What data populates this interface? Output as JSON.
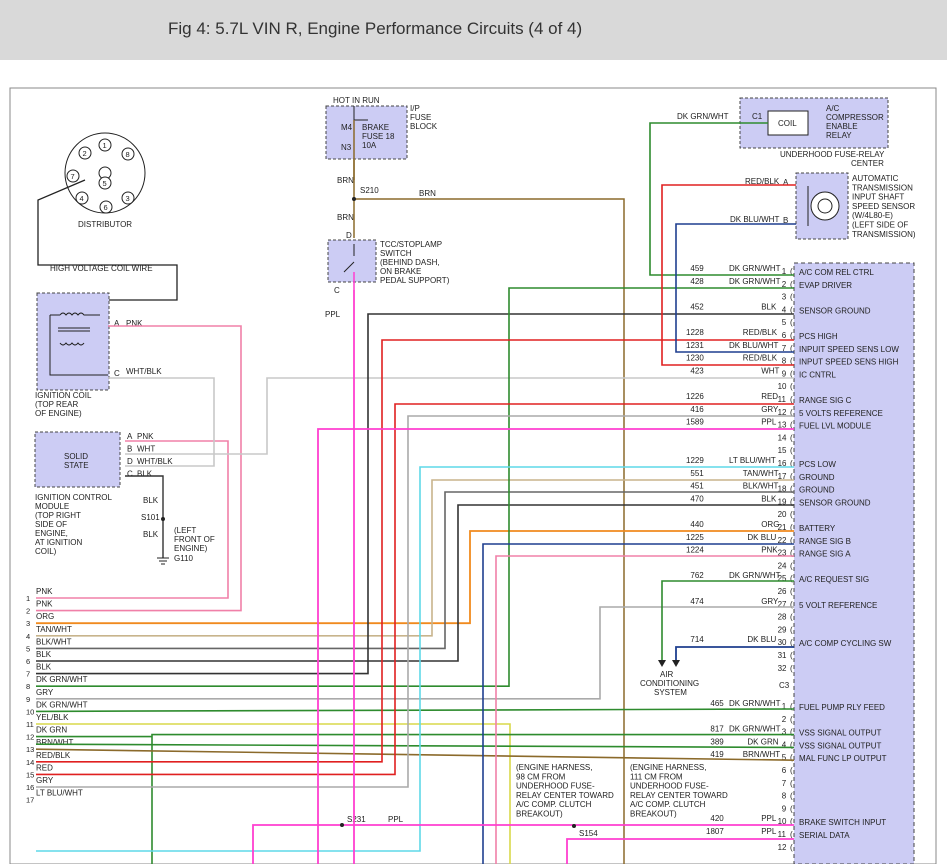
{
  "header": {
    "title": "Fig 4: 5.7L VIN R, Engine Performance Circuits (4 of 4)"
  },
  "colors": {
    "pnk": "#f080a8",
    "org": "#f08a1e",
    "tan": "#c8b48c",
    "blk": "#333333",
    "dkgrn": "#2e8b2e",
    "gry": "#aaaaaa",
    "yel": "#d8d84a",
    "red": "#e02020",
    "ltblu": "#5fd8e8",
    "brn": "#8b6a2b",
    "dkblu": "#1f3f8f",
    "ppl": "#ff3fd0",
    "wht": "#c8c8c8",
    "module": "#ccccf4"
  },
  "distributor": {
    "label": "DISTRIBUTOR",
    "pins": [
      "1",
      "2",
      "3",
      "4",
      "5",
      "6",
      "7",
      "8"
    ],
    "coil_wire_label": "HIGH VOLTAGE COIL WIRE"
  },
  "ignition_coil": {
    "label": [
      "IGNITION COIL",
      "(TOP REAR",
      "OF ENGINE)"
    ],
    "pin_a": "A",
    "pin_a_wire": "PNK",
    "pin_c": "C",
    "pin_c_wire": "WHT/BLK"
  },
  "icm": {
    "title": [
      "SOLID",
      "STATE"
    ],
    "label": [
      "IGNITION CONTROL",
      "MODULE",
      "(TOP RIGHT",
      "SIDE OF",
      "ENGINE,",
      "AT IGNITION",
      "COIL)"
    ],
    "pins": [
      {
        "pin": "A",
        "wire": "PNK"
      },
      {
        "pin": "B",
        "wire": "WHT"
      },
      {
        "pin": "D",
        "wire": "WHT/BLK"
      },
      {
        "pin": "C",
        "wire": "BLK"
      }
    ],
    "blk1": "BLK",
    "splice": "S101",
    "blk2": "BLK",
    "ground_note": [
      "(LEFT",
      "FRONT OF",
      "ENGINE)"
    ],
    "ground": "G110"
  },
  "fuse": {
    "hot": "HOT IN RUN",
    "m4": "M4",
    "n3": "N3",
    "name": [
      "BRAKE",
      "FUSE 18",
      "10A"
    ],
    "block": [
      "I/P",
      "FUSE",
      "BLOCK"
    ]
  },
  "brn_top": "BRN",
  "s210": "S210",
  "brn_right": "BRN",
  "brn_mid": "BRN",
  "tcc": {
    "d": "D",
    "c": "C",
    "label": [
      "TCC/STOPLAMP",
      "SWITCH",
      "(BEHIND DASH,",
      "ON BRAKE",
      "PEDAL SUPPORT)"
    ],
    "ppl": "PPL"
  },
  "relay": {
    "c1": "C1",
    "coil": "COIL",
    "name": [
      "A/C",
      "COMPRESSOR",
      "ENABLE",
      "RELAY"
    ],
    "underhood": [
      "UNDERHOOD FUSE-RELAY",
      "CENTER"
    ],
    "wire": "DK GRN/WHT"
  },
  "sensor": {
    "name": [
      "AUTOMATIC",
      "TRANSMISSION",
      "INPUT SHAFT",
      "SPEED SENSOR",
      "(W/4L80-E)",
      "(LEFT SIDE OF",
      "TRANSMISSION)"
    ],
    "pin_a": "A",
    "wire_a": "RED/BLK",
    "pin_b": "B",
    "wire_b": "DK BLU/WHT"
  },
  "left_wires": [
    {
      "n": "1",
      "label": "PNK"
    },
    {
      "n": "2",
      "label": "PNK"
    },
    {
      "n": "3",
      "label": "ORG"
    },
    {
      "n": "4",
      "label": "TAN/WHT"
    },
    {
      "n": "5",
      "label": "BLK/WHT"
    },
    {
      "n": "6",
      "label": "BLK"
    },
    {
      "n": "7",
      "label": "BLK"
    },
    {
      "n": "8",
      "label": "DK GRN/WHT"
    },
    {
      "n": "9",
      "label": "GRY"
    },
    {
      "n": "10",
      "label": "DK GRN/WHT"
    },
    {
      "n": "11",
      "label": "YEL/BLK"
    },
    {
      "n": "12",
      "label": "DK GRN"
    },
    {
      "n": "13",
      "label": "BRN/WHT"
    },
    {
      "n": "14",
      "label": "RED/BLK"
    },
    {
      "n": "15",
      "label": "RED"
    },
    {
      "n": "16",
      "label": "GRY"
    },
    {
      "n": "17",
      "label": "LT BLU/WHT"
    }
  ],
  "pcm_rows": [
    {
      "pin": "1",
      "circ": "459",
      "wire": "DK GRN/WHT",
      "func": "A/C COM REL CTRL"
    },
    {
      "pin": "2",
      "circ": "428",
      "wire": "DK GRN/WHT",
      "func": "EVAP DRIVER"
    },
    {
      "pin": "3",
      "circ": "",
      "wire": "",
      "func": ""
    },
    {
      "pin": "4",
      "circ": "452",
      "wire": "BLK",
      "func": "SENSOR GROUND"
    },
    {
      "pin": "5",
      "circ": "",
      "wire": "",
      "func": ""
    },
    {
      "pin": "6",
      "circ": "1228",
      "wire": "RED/BLK",
      "func": "PCS HIGH"
    },
    {
      "pin": "7",
      "circ": "1231",
      "wire": "DK BLU/WHT",
      "func": "INPUIT SPEED SENS LOW"
    },
    {
      "pin": "8",
      "circ": "1230",
      "wire": "RED/BLK",
      "func": "INPUT SPEED SENS HIGH"
    },
    {
      "pin": "9",
      "circ": "423",
      "wire": "WHT",
      "func": "IC CNTRL"
    },
    {
      "pin": "10",
      "circ": "",
      "wire": "",
      "func": ""
    },
    {
      "pin": "11",
      "circ": "1226",
      "wire": "RED",
      "func": "RANGE SIG C"
    },
    {
      "pin": "12",
      "circ": "416",
      "wire": "GRY",
      "func": "5 VOLTS REFERENCE"
    },
    {
      "pin": "13",
      "circ": "1589",
      "wire": "PPL",
      "func": "FUEL LVL MODULE"
    },
    {
      "pin": "14",
      "circ": "",
      "wire": "",
      "func": ""
    },
    {
      "pin": "15",
      "circ": "",
      "wire": "",
      "func": ""
    },
    {
      "pin": "16",
      "circ": "1229",
      "wire": "LT BLU/WHT",
      "func": "PCS LOW"
    },
    {
      "pin": "17",
      "circ": "551",
      "wire": "TAN/WHT",
      "func": "GROUND"
    },
    {
      "pin": "18",
      "circ": "451",
      "wire": "BLK/WHT",
      "func": "GROUND"
    },
    {
      "pin": "19",
      "circ": "470",
      "wire": "BLK",
      "func": "SENSOR GROUND"
    },
    {
      "pin": "20",
      "circ": "",
      "wire": "",
      "func": ""
    },
    {
      "pin": "21",
      "circ": "440",
      "wire": "ORG",
      "func": "BATTERY"
    },
    {
      "pin": "22",
      "circ": "1225",
      "wire": "DK BLU",
      "func": "RANGE SIG B"
    },
    {
      "pin": "23",
      "circ": "1224",
      "wire": "PNK",
      "func": "RANGE SIG A"
    },
    {
      "pin": "24",
      "circ": "",
      "wire": "",
      "func": ""
    },
    {
      "pin": "25",
      "circ": "762",
      "wire": "DK GRN/WHT",
      "func": "A/C REQUEST SIG"
    },
    {
      "pin": "26",
      "circ": "",
      "wire": "",
      "func": ""
    },
    {
      "pin": "27",
      "circ": "474",
      "wire": "GRY",
      "func": "5 VOLT REFERENCE"
    },
    {
      "pin": "28",
      "circ": "",
      "wire": "",
      "func": ""
    },
    {
      "pin": "29",
      "circ": "",
      "wire": "",
      "func": ""
    },
    {
      "pin": "30",
      "circ": "714",
      "wire": "DK BLU",
      "func": "A/C COMP CYCLING SW"
    },
    {
      "pin": "31",
      "circ": "",
      "wire": "",
      "func": ""
    },
    {
      "pin": "32",
      "circ": "",
      "wire": "",
      "func": ""
    }
  ],
  "c3": "C3",
  "pcm_rows2": [
    {
      "pin": "1",
      "circ": "465",
      "wire": "DK GRN/WHT",
      "func": "FUEL PUMP RLY FEED"
    },
    {
      "pin": "2",
      "circ": "",
      "wire": "",
      "func": ""
    },
    {
      "pin": "3",
      "circ": "817",
      "wire": "DK GRN/WHT",
      "func": "VSS SIGNAL OUTPUT"
    },
    {
      "pin": "4",
      "circ": "389",
      "wire": "DK GRN",
      "func": "VSS SIGNAL OUTPUT"
    },
    {
      "pin": "5",
      "circ": "419",
      "wire": "BRN/WHT",
      "func": "MAL FUNC LP OUTPUT"
    },
    {
      "pin": "6",
      "circ": "",
      "wire": "",
      "func": ""
    },
    {
      "pin": "7",
      "circ": "",
      "wire": "",
      "func": ""
    },
    {
      "pin": "8",
      "circ": "",
      "wire": "",
      "func": ""
    },
    {
      "pin": "9",
      "circ": "",
      "wire": "",
      "func": ""
    },
    {
      "pin": "10",
      "circ": "420",
      "wire": "PPL",
      "func": "BRAKE SWITCH INPUT"
    },
    {
      "pin": "11",
      "circ": "1807",
      "wire": "PPL",
      "func": "SERIAL DATA"
    },
    {
      "pin": "12",
      "circ": "",
      "wire": "",
      "func": ""
    }
  ],
  "ac_system": [
    "AIR",
    "CONDITIONING",
    "SYSTEM"
  ],
  "harness1": [
    "(ENGINE HARNESS,",
    "98 CM FROM",
    "UNDERHOOD FUSE-",
    "RELAY CENTER TOWARD",
    "A/C COMP. CLUTCH",
    "BREAKOUT)"
  ],
  "harness2": [
    "(ENGINE HARNESS,",
    "111 CM FROM",
    "UNDERHOOD FUSE-",
    "RELAY CENTER TOWARD",
    "A/C COMP. CLUTCH",
    "BREAKOUT)"
  ],
  "s231": "S231",
  "s231_wire": "PPL",
  "s154": "S154"
}
